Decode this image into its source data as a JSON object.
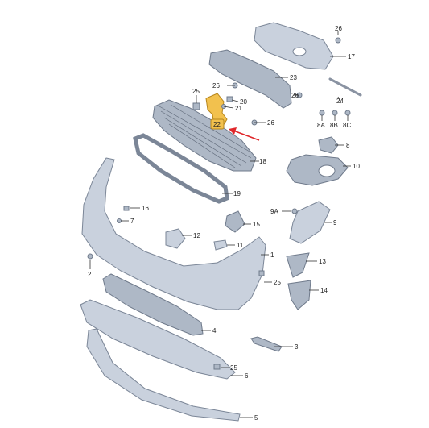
{
  "diagram": {
    "highlighted_part": "22",
    "colors": {
      "part_fill": "#c9d1dd",
      "part_stroke": "#7b8697",
      "highlight": "#f2c14e",
      "arrow": "#e0262a"
    },
    "labels": {
      "l26a": "26",
      "l17": "17",
      "l23": "23",
      "l26b": "26",
      "l26c": "26",
      "l25a": "25",
      "l20": "20",
      "l21": "21",
      "l24": "24",
      "l22": "22",
      "l26d": "26",
      "l8A": "8A",
      "l8B": "8B",
      "l8C": "8C",
      "l8": "8",
      "l18": "18",
      "l10": "10",
      "l19": "19",
      "l16": "16",
      "l7": "7",
      "l9A": "9A",
      "l15": "15",
      "l9": "9",
      "l12": "12",
      "l11": "11",
      "l1": "1",
      "l13": "13",
      "l2": "2",
      "l25b": "25",
      "l14": "14",
      "l4": "4",
      "l3": "3",
      "l25c": "25",
      "l6": "6",
      "l5": "5"
    }
  }
}
